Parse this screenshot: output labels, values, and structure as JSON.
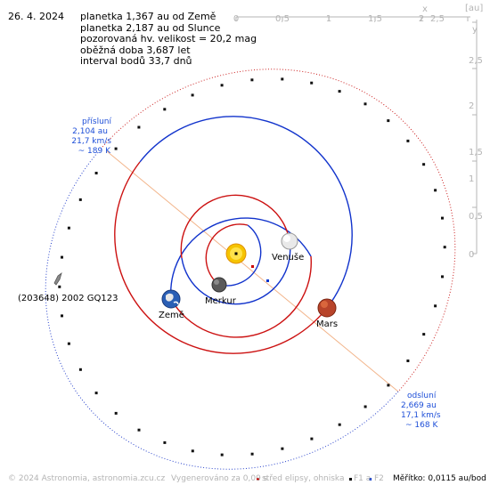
{
  "header": {
    "date": "26. 4. 2024",
    "lines": [
      "planetka 1,367 au od Země",
      "planetka 2,187 au od Slunce",
      "pozorovaná hv. velikost = 20,2 mag",
      "oběžná doba 3,687 let",
      "interval bodů 33,7 dnů"
    ]
  },
  "axes": {
    "unit_label": "[au]",
    "x_label": "x",
    "y_label": "y",
    "x_ticks": [
      "0",
      "0,5",
      "1",
      "1,5",
      "2",
      "2,5"
    ],
    "y_ticks": [
      "2,5",
      "2",
      "1,5",
      "1",
      "0,5",
      "0"
    ]
  },
  "perihelion": {
    "title": "přísluní",
    "distance": "2,104 au",
    "speed": "21,7 km/s",
    "temp": "~ 189 K"
  },
  "aphelion": {
    "title": "odsluní",
    "distance": "2,669 au",
    "speed": "17,1 km/s",
    "temp": "~ 168 K"
  },
  "bodies": {
    "asteroid": "(203648) 2002 GQ123",
    "earth": "Země",
    "mercury": "Merkur",
    "venus": "Venuše",
    "mars": "Mars"
  },
  "footer": {
    "copyright": "© 2024 Astronomia, astronomia.zcu.cz",
    "generated": "Vygenerováno za 0,09 s",
    "legend": "střed elipsy, ohniska",
    "f1_label": "F1 a",
    "f2_label": "F2",
    "scale": "Měřítko: 0,0115 au/bod"
  },
  "colors": {
    "blue": "#0033cc",
    "red": "#cc0000",
    "label_blue": "#1e4fd8",
    "grey": "#b4b4b4",
    "apsides_line": "#f2b48a"
  }
}
